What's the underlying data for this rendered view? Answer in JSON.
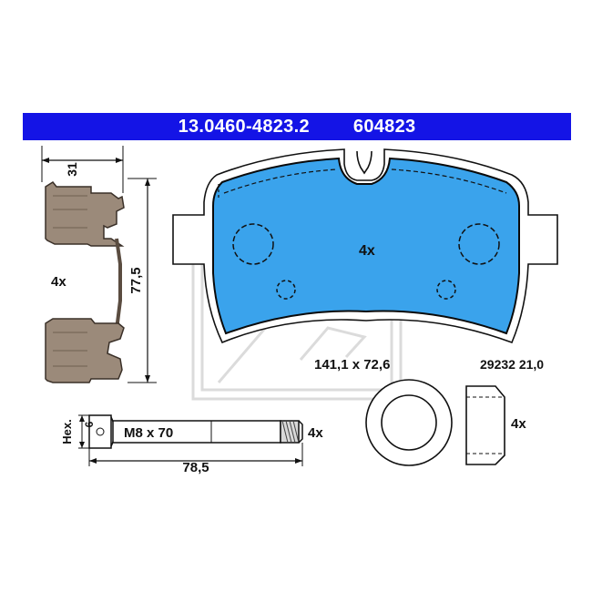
{
  "header": {
    "part_number": "13.0460-4823.2",
    "ref_number": "604823"
  },
  "clip": {
    "quantity": "4x",
    "dim_width": "31",
    "dim_height": "77,5"
  },
  "pad": {
    "quantity": "4x",
    "dimensions": "141,1 x 72,6",
    "wva": "29232 21,0",
    "pad_color": "#3aa3ec"
  },
  "bolt": {
    "thread": "M8 x 70",
    "quantity": "4x",
    "length": "78,5",
    "hex_label": "Hex.",
    "hex_size": "6"
  },
  "cap": {
    "quantity": "4x"
  },
  "colors": {
    "header_bg": "#1414e6",
    "header_text": "#ffffff"
  }
}
